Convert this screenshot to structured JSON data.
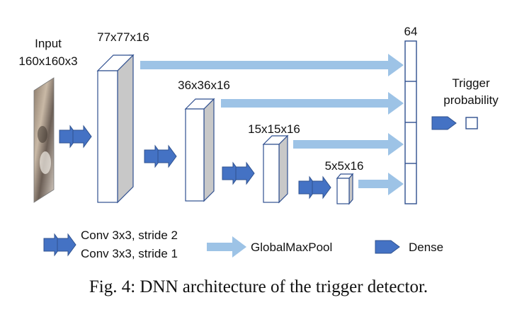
{
  "diagram": {
    "input_label": "Input",
    "input_size": "160x160x3",
    "layers": [
      {
        "size": "77x77x16"
      },
      {
        "size": "36x36x16"
      },
      {
        "size": "15x15x16"
      },
      {
        "size": "5x5x16"
      }
    ],
    "concat_size": "64",
    "output_label_line1": "Trigger",
    "output_label_line2": "probability"
  },
  "legend": {
    "conv_line1": "Conv 3x3, stride 2",
    "conv_line2": "Conv 3x3, stride 1",
    "pool": "GlobalMaxPool",
    "dense": "Dense"
  },
  "caption": "Fig. 4: DNN architecture of the trigger detector.",
  "colors": {
    "conv_arrow": "#4472c4",
    "pool_arrow": "#9dc3e6",
    "box_side": "#c8c8c8",
    "outline": "#2f4f8f"
  }
}
